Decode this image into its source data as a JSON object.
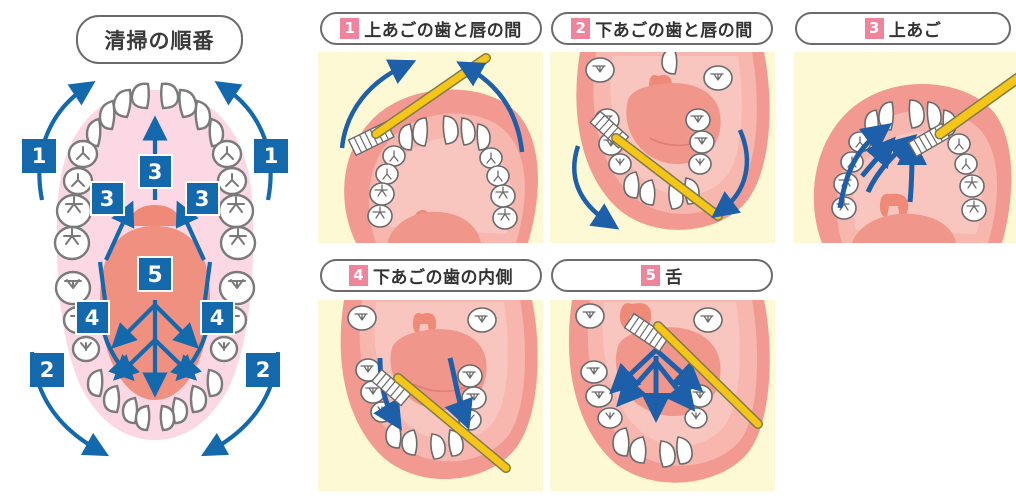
{
  "diagram": {
    "title": "清掃の順番",
    "title_pill_border": "#6b6b6b",
    "accent_blue": "#1469ad",
    "gum_pink": "#fbd8e4",
    "tongue_pink": "#f09080",
    "tooth_outline": "#7a7a7a",
    "step_labels": [
      {
        "num": "1",
        "side": "left"
      },
      {
        "num": "1",
        "side": "right"
      },
      {
        "num": "3",
        "side": "left"
      },
      {
        "num": "3",
        "side": "center"
      },
      {
        "num": "3",
        "side": "right"
      },
      {
        "num": "5",
        "side": "center"
      },
      {
        "num": "4",
        "side": "left"
      },
      {
        "num": "4",
        "side": "right"
      },
      {
        "num": "2",
        "side": "left"
      },
      {
        "num": "2",
        "side": "right"
      }
    ]
  },
  "panels": [
    {
      "num": "1",
      "title": "上あごの歯と唇の間",
      "art": "upper-jaw-lip-brush"
    },
    {
      "num": "2",
      "title": "下あごの歯と唇の間",
      "art": "lower-jaw-lip-brush"
    },
    {
      "num": "3",
      "title": "上あご",
      "art": "palate-brush"
    },
    {
      "num": "4",
      "title": "下あごの歯の内側",
      "art": "lower-inner-brush"
    },
    {
      "num": "5",
      "title": "舌",
      "art": "tongue-brush"
    }
  ],
  "colors": {
    "panel_bg": "#fdf9d4",
    "badge_pink": "#f0849c",
    "arrow_blue": "#1d5fa8",
    "brush_yellow": "#f5c518",
    "mouth_outer": "#f29a92",
    "mouth_inner": "#f7b6ae",
    "tooth_white": "#ffffff"
  }
}
